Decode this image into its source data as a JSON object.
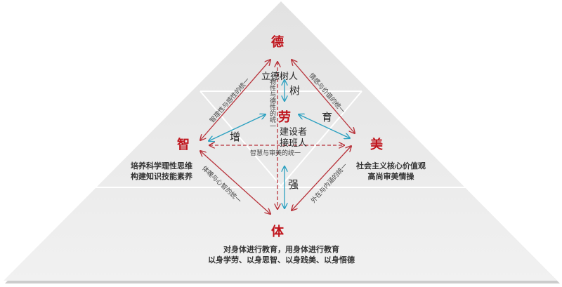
{
  "nodes": {
    "de": "德",
    "zhi": "智",
    "mei": "美",
    "ti": "体",
    "lao": "劳"
  },
  "center": {
    "top": "立德树人",
    "bottom1": "建设者",
    "bottom2": "接班人"
  },
  "verbs": {
    "shu": "树",
    "zeng": "增",
    "yu": "育",
    "qiang": "强"
  },
  "relations": {
    "de_zhi": "智理性与感性的统一",
    "de_mei": "情感与价值的统一",
    "zhi_ti": "体魄与心智的统一",
    "mei_ti": "外在与内涵的统一",
    "vertical": "物性与德性的统一",
    "horizontal": "智慧与审美的统一"
  },
  "descriptions": {
    "zhi": [
      "培养科学理性思维",
      "构建知识技能素养"
    ],
    "mei": [
      "社会主义核心价值观",
      "高尚审美情操"
    ],
    "ti": [
      "对身体进行教育，用身体进行教育",
      "以身学劳、以身思智、以身践美、以身悟德"
    ]
  },
  "colors": {
    "red": "#c0141c",
    "arrow_red": "#b8323a",
    "arrow_blue": "#2aa0c0"
  }
}
